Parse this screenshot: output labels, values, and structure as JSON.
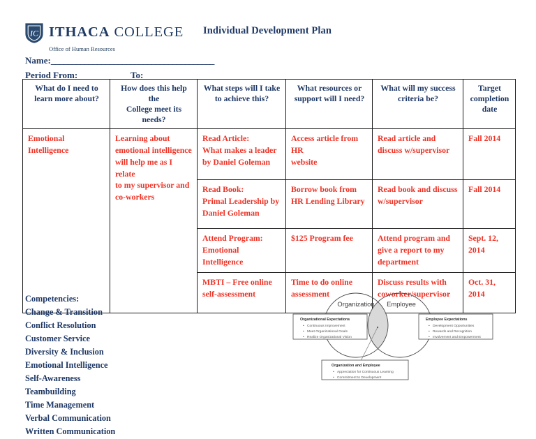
{
  "header": {
    "logo_word_1": "ITHACA",
    "logo_word_2": "COLLEGE",
    "logo_subtitle": "Office of Human Resources",
    "logo_shield_monogram": "IC",
    "doc_title": "Individual Development Plan",
    "name_label": "Name:",
    "name_blank": "_______________________________________",
    "period_from_label": "Period From:",
    "period_from_blank": "___________",
    "period_to_label": "To:",
    "period_to_blank": "______________"
  },
  "table": {
    "headers": [
      "What do I need to\nlearn more about?",
      "How does this help the\nCollege meet its needs?",
      "What steps will I take\nto achieve this?",
      "What resources or\nsupport will I need?",
      "What will my success\ncriteria be?",
      "Target\ncompletion\ndate"
    ],
    "topic": "Emotional Intelligence",
    "rationale": "Learning about\nemotional intelligence\nwill help me as I relate\nto my supervisor and\nco-workers",
    "rows": [
      {
        "steps": "Read Article:\nWhat makes a leader\nby Daniel Goleman",
        "resources": "Access article from HR\nwebsite",
        "criteria": "Read article and\ndiscuss w/supervisor",
        "target_date": "Fall 2014"
      },
      {
        "steps": "Read Book:\nPrimal Leadership by\nDaniel Goleman",
        "resources": "Borrow book from\nHR Lending Library",
        "criteria": "Read book and discuss\nw/supervisor",
        "target_date": "Fall 2014"
      },
      {
        "steps": "Attend Program:\nEmotional Intelligence",
        "resources": "$125 Program fee",
        "criteria": "Attend program and\ngive a report to my\ndepartment",
        "target_date": "Sept. 12,\n2014"
      },
      {
        "steps": "MBTI – Free online\nself-assessment",
        "resources": "Time to do online\nassessment",
        "criteria": "Discuss results with\ncoworker/supervisor",
        "target_date": "Oct. 31,\n2014"
      }
    ]
  },
  "competencies": {
    "heading": "Competencies:",
    "items": [
      "Change & Transition",
      "Conflict Resolution",
      "Customer Service",
      "Diversity & Inclusion",
      "Emotional Intelligence",
      "Self-Awareness",
      "Teambuilding",
      "Time Management",
      "Verbal Communication",
      "Written Communication"
    ]
  },
  "venn": {
    "circle_left_label": "Organization",
    "circle_right_label": "Employee",
    "left_box": {
      "title": "Organizational Expectations",
      "items": [
        "Continuous Improvement",
        "Meet Organizational Goals",
        "Realize Organizational Vision"
      ]
    },
    "right_box": {
      "title": "Employee Expectations",
      "items": [
        "Development Opportunities",
        "Rewards and Recognition",
        "Involvement and Empowerment"
      ]
    },
    "bottom_box": {
      "title": "Organization and Employee",
      "items": [
        "Appreciation for Continuous Learning",
        "Commitment to Development"
      ]
    }
  },
  "colors": {
    "navy": "#1f3864",
    "red": "#ee3124",
    "border": "#1a1a1a",
    "venn_overlap_fill": "#d9d9d9"
  }
}
